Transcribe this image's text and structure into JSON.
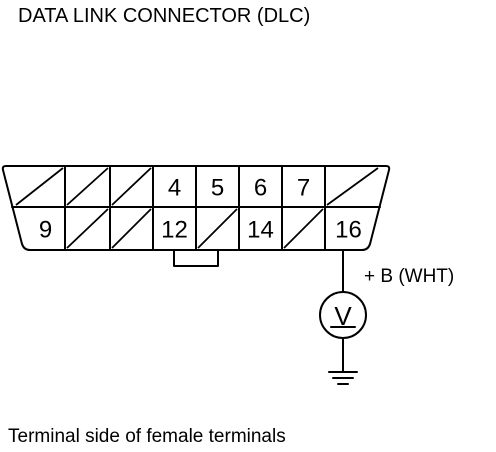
{
  "title": "DATA LINK CONNECTOR (DLC)",
  "connector": {
    "top_row": [
      {
        "label": "",
        "blank": true
      },
      {
        "label": "",
        "blank": true
      },
      {
        "label": "",
        "blank": true
      },
      {
        "label": "4",
        "blank": false
      },
      {
        "label": "5",
        "blank": false
      },
      {
        "label": "6",
        "blank": false
      },
      {
        "label": "7",
        "blank": false
      },
      {
        "label": "",
        "blank": true
      }
    ],
    "bottom_row": [
      {
        "label": "9",
        "blank": false
      },
      {
        "label": "",
        "blank": true
      },
      {
        "label": "",
        "blank": true
      },
      {
        "label": "12",
        "blank": false
      },
      {
        "label": "",
        "blank": true
      },
      {
        "label": "14",
        "blank": false
      },
      {
        "label": "",
        "blank": true
      },
      {
        "label": "16",
        "blank": false
      }
    ]
  },
  "voltmeter": {
    "lead_label": "+ B (WHT)",
    "symbol": "V",
    "meter_icon": "voltmeter-icon",
    "ground_icon": "ground-icon"
  },
  "caption": "Terminal side of female terminals"
}
